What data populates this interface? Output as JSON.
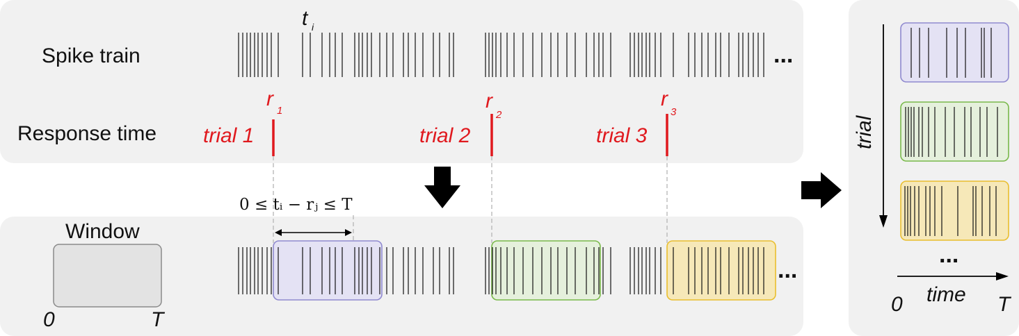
{
  "labels": {
    "spike_train": "Spike train",
    "response_time": "Response time",
    "window": "Window",
    "window_zero": "0",
    "window_T": "T",
    "ellipsis": "...",
    "spike_symbol": "t",
    "spike_sub": "i",
    "constraint": "0 ≤ tᵢ − rⱼ ≤ T",
    "axis_trial": "trial",
    "axis_time": "time",
    "axis_zero": "0",
    "axis_T": "T"
  },
  "trials": [
    {
      "label": "trial 1",
      "r_symbol": "r",
      "r_sub": "1",
      "color": "#e0191e"
    },
    {
      "label": "trial 2",
      "r_symbol": "r",
      "r_sub": "2",
      "color": "#e0191e"
    },
    {
      "label": "trial 3",
      "r_symbol": "r",
      "r_sub": "3",
      "color": "#e0191e"
    }
  ],
  "window_colors": {
    "trial1": {
      "fill": "#e4e2f4",
      "stroke": "#8f89cf"
    },
    "trial2": {
      "fill": "#e5f0dc",
      "stroke": "#79b94a"
    },
    "trial3": {
      "fill": "#f6e8b8",
      "stroke": "#e9be2e"
    },
    "template": {
      "fill": "#e3e3e3",
      "stroke": "#8a8a8a"
    }
  }
}
